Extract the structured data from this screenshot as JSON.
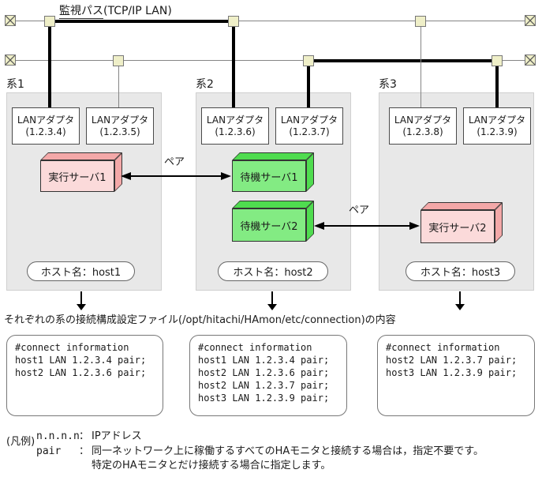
{
  "title": {
    "main": "監視パス",
    "sub": "(TCP/IP LAN)"
  },
  "systems": [
    {
      "label": "系1",
      "adapters": [
        {
          "name": "LANアダプタ",
          "ip": "(1.2.3.4)"
        },
        {
          "name": "LANアダプタ",
          "ip": "(1.2.3.5)"
        }
      ],
      "servers": [
        {
          "label": "実行サーバ1",
          "role": "active"
        }
      ],
      "host": "ホスト名：host1"
    },
    {
      "label": "系2",
      "adapters": [
        {
          "name": "LANアダプタ",
          "ip": "(1.2.3.6)"
        },
        {
          "name": "LANアダプタ",
          "ip": "(1.2.3.7)"
        }
      ],
      "servers": [
        {
          "label": "待機サーバ1",
          "role": "standby"
        },
        {
          "label": "待機サーバ2",
          "role": "standby"
        }
      ],
      "host": "ホスト名：host2"
    },
    {
      "label": "系3",
      "adapters": [
        {
          "name": "LANアダプタ",
          "ip": "(1.2.3.8)"
        },
        {
          "name": "LANアダプタ",
          "ip": "(1.2.3.9)"
        }
      ],
      "servers": [
        {
          "label": "実行サーバ2",
          "role": "active"
        }
      ],
      "host": "ホスト名：host3"
    }
  ],
  "pair_labels": [
    "ペア",
    "ペア"
  ],
  "config": {
    "heading": "それぞれの系の接続構成設定ファイル(/opt/hitachi/HAmon/etc/connection)の内容",
    "boxes": [
      {
        "lines": [
          "#connect information",
          "host1 LAN 1.2.3.4 pair;",
          "host2 LAN 1.2.3.6 pair;"
        ]
      },
      {
        "lines": [
          "#connect information",
          "host1 LAN 1.2.3.4 pair;",
          "host2 LAN 1.2.3.6 pair;",
          "host2 LAN 1.2.3.7 pair;",
          "host3 LAN 1.2.3.9 pair;"
        ]
      },
      {
        "lines": [
          "#connect information",
          "host2 LAN 1.2.3.7 pair;",
          "host3 LAN 1.2.3.9 pair;"
        ]
      }
    ]
  },
  "legend": {
    "label": "(凡例)",
    "rows": [
      {
        "term": "n.n.n.n",
        "colon": "：",
        "desc_lines": [
          "IPアドレス"
        ]
      },
      {
        "term": "pair",
        "colon": "：",
        "desc_lines": [
          "同一ネットワーク上に稼働するすべてのHAモニタと接続する場合は，指定不要です。",
          "特定のHAモニタとだけ接続する場合に指定します。"
        ]
      }
    ]
  },
  "colors": {
    "active_server_front": "#FBDADA",
    "active_server_shade": "#F3A8A8",
    "standby_server_front": "#83EB83",
    "standby_server_shade": "#4FDC4F",
    "connector_node_fill": "#EFEFC8",
    "panel_fill": "#E8E8E8",
    "line_thin": "#858585",
    "line_thick": "#000000"
  }
}
